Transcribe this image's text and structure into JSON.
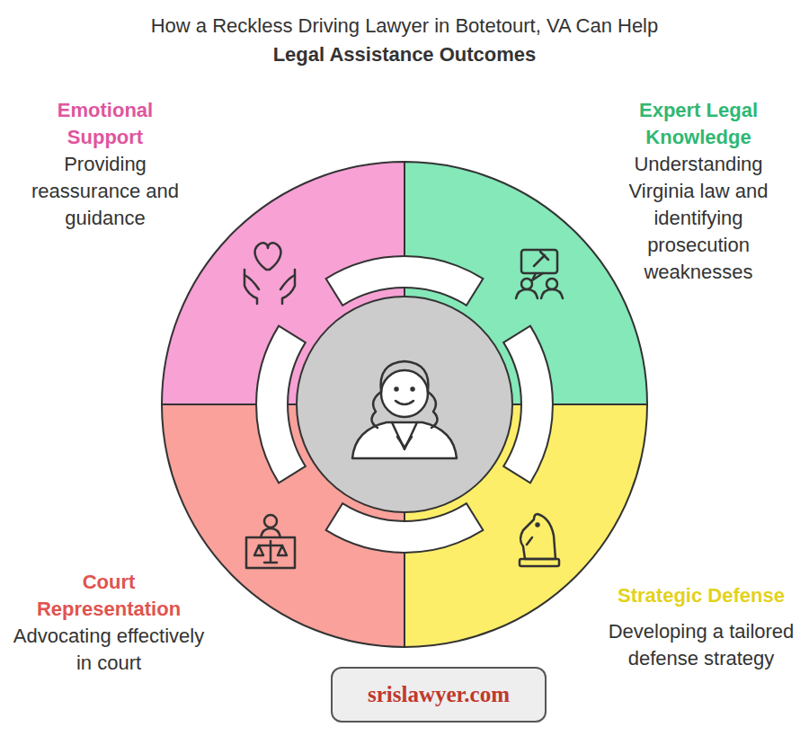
{
  "diagram": {
    "title": "How a Reckless Driving Lawyer in Botetourt, VA Can Help",
    "nodes": [
      {
        "text": [
          "Emotional Support",
          "Providing reassurance and guidance"
        ]
      },
      {
        "text": [
          "Expert Legal Knowledge",
          "Understanding Virginia law and identifying prosecution weaknesses"
        ]
      },
      {
        "text": [
          "Court Representation",
          "Advocating effectively in court"
        ]
      },
      {
        "text": [
          "Strategic Defense",
          "Developing a tailored defense strategy"
        ]
      },
      {
        "text": [
          "srislawyer.com"
        ]
      }
    ],
    "labels": [
      "Legal Assistance Outcomes"
    ]
  }
}
